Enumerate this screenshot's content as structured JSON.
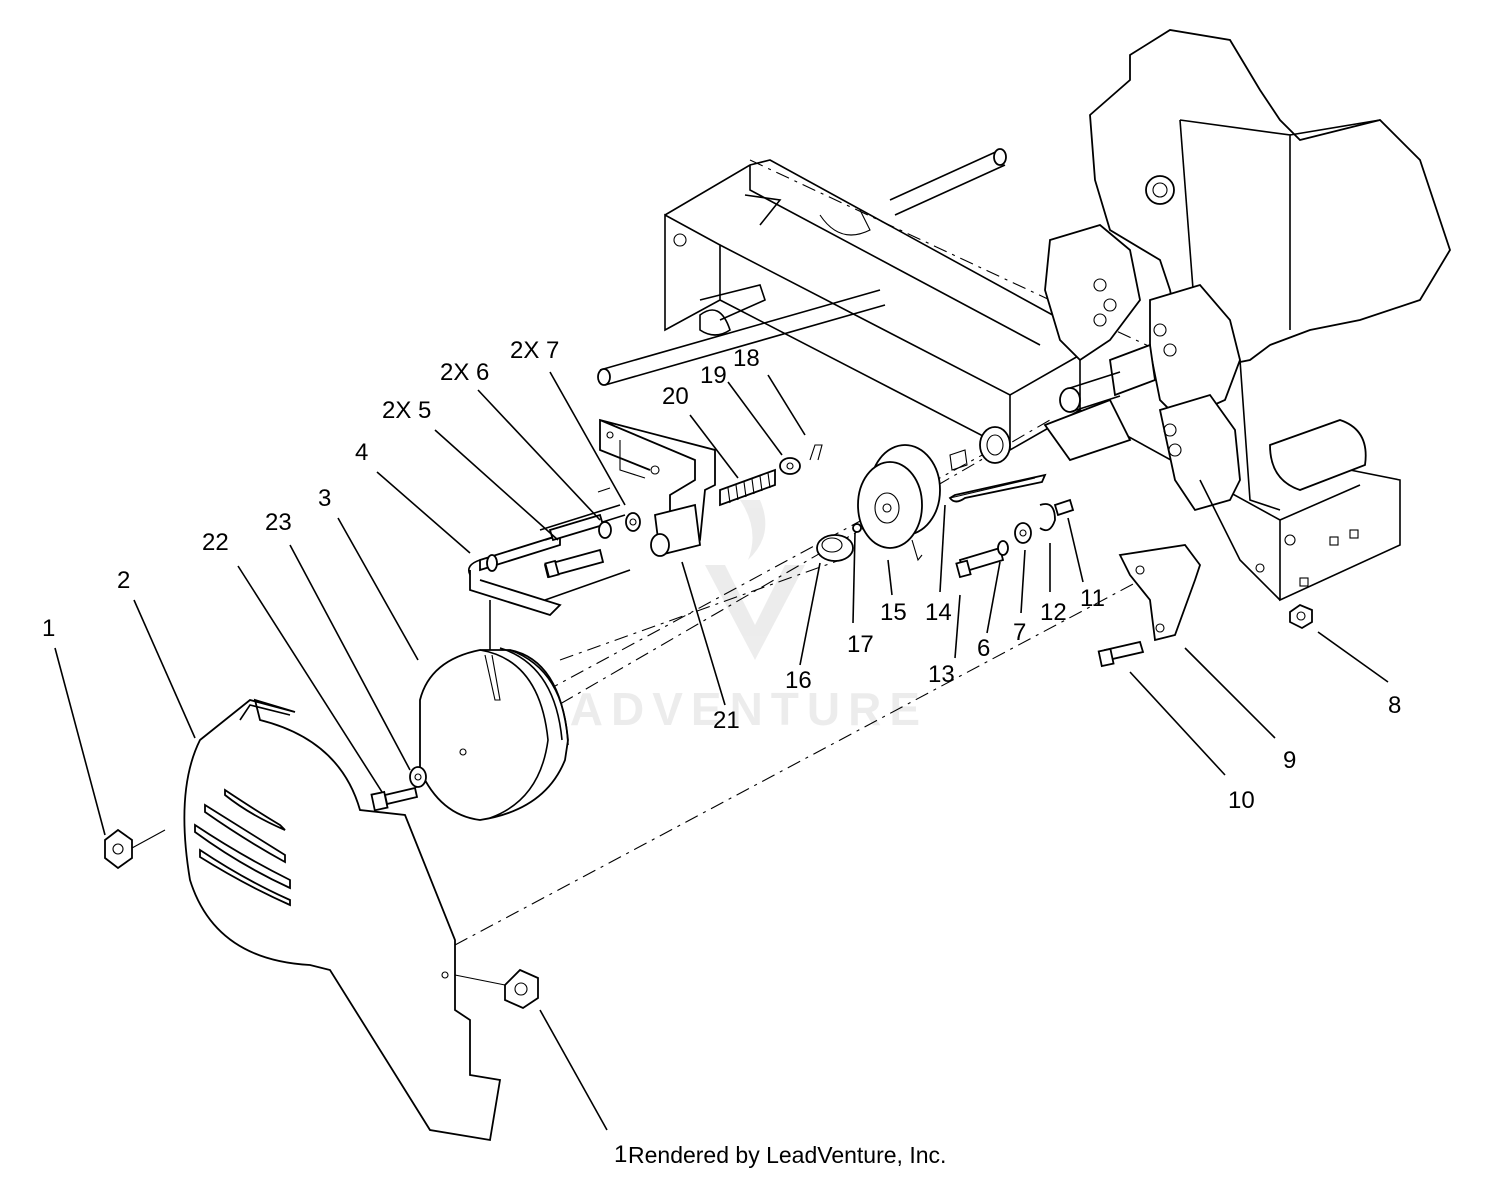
{
  "watermark": "LEADVENTURE",
  "credit": "Rendered by LeadVenture, Inc.",
  "callouts": [
    {
      "id": "c1",
      "label": "1"
    },
    {
      "id": "c2",
      "label": "2"
    },
    {
      "id": "c3",
      "label": "3"
    },
    {
      "id": "c4",
      "label": "4"
    },
    {
      "id": "c5",
      "label": "2X 5"
    },
    {
      "id": "c6a",
      "label": "2X 6"
    },
    {
      "id": "c7a",
      "label": "2X 7"
    },
    {
      "id": "c6",
      "label": "6"
    },
    {
      "id": "c7",
      "label": "7"
    },
    {
      "id": "c8",
      "label": "8"
    },
    {
      "id": "c9",
      "label": "9"
    },
    {
      "id": "c10",
      "label": "10"
    },
    {
      "id": "c11",
      "label": "11"
    },
    {
      "id": "c12",
      "label": "12"
    },
    {
      "id": "c13",
      "label": "13"
    },
    {
      "id": "c14",
      "label": "14"
    },
    {
      "id": "c15",
      "label": "15"
    },
    {
      "id": "c16",
      "label": "16"
    },
    {
      "id": "c17",
      "label": "17"
    },
    {
      "id": "c18",
      "label": "18"
    },
    {
      "id": "c19",
      "label": "19"
    },
    {
      "id": "c20",
      "label": "20"
    },
    {
      "id": "c21",
      "label": "21"
    },
    {
      "id": "c22",
      "label": "22"
    },
    {
      "id": "c23",
      "label": "23"
    },
    {
      "id": "c1b",
      "label": "1"
    }
  ]
}
